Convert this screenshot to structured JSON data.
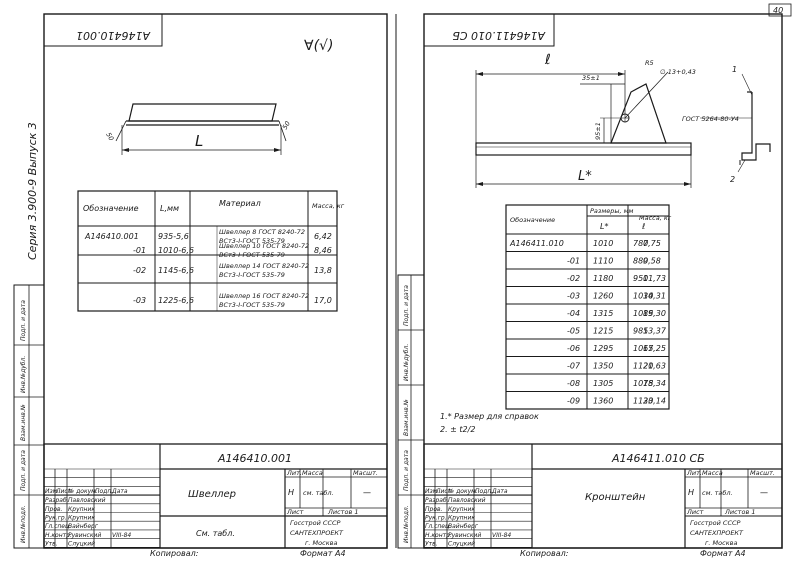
{
  "page_number": "40",
  "left": {
    "title_block_top": "А146410.001",
    "roughness": "∀(√)",
    "series": "Серия 3.900-9 Выпуск 3",
    "dims": {
      "L": "L",
      "angle_left": "50",
      "angle_right": "50"
    },
    "table": {
      "headers": [
        "Обозначение",
        "L,мм",
        "Материал",
        "Масса, кг"
      ],
      "rows": [
        {
          "code": "А146410.001",
          "L": "935-5,6",
          "mat1": "Швеллер 8 ГОСТ 8240-72",
          "mat2": "ВСт3-I-ГОСТ 535-79",
          "mass": "6,42"
        },
        {
          "code": "-01",
          "L": "1010-6,6",
          "mat1": "Швеллер 10 ГОСТ 8240-72",
          "mat2": "ВСт3-I-ГОСТ 535-79",
          "mass": "8,46"
        },
        {
          "code": "-02",
          "L": "1145-6,6",
          "mat1": "Швеллер 14 ГОСТ 8240-72",
          "mat2": "ВСт3-I-ГОСТ 535-79",
          "mass": "13,8"
        },
        {
          "code": "-03",
          "L": "1225-6,6",
          "mat1": "Швеллер 16 ГОСТ 8240-72",
          "mat2": "ВСт3-I-ГОСТ 535-79",
          "mass": "17,0"
        }
      ]
    },
    "side_labels": [
      "Инв.№подл.",
      "Подп. и дата",
      "Взам.инв.№",
      "Инв.№дубл.",
      "Подп. и дата"
    ],
    "stamp": {
      "doc_code": "А146410.001",
      "name": "Швеллер",
      "lit": "Лит.",
      "mass": "Масса",
      "scale": "Масшт.",
      "lit_val": "Н",
      "mass_val": "см. табл.",
      "scale_val": "—",
      "sheet": "Лист",
      "sheets": "Листов 1",
      "material": "См. табл.",
      "org1": "Госстрой СССР",
      "org2": "САНТЕХПРОЕКТ",
      "org3": "г. Москва",
      "roles": [
        "Разраб.",
        "Пров.",
        "Рук.гр.",
        "Гл.спец.",
        "Н.контр.",
        "Утв."
      ],
      "people": [
        "Павловский",
        "Крупник",
        "Крупник",
        "Вайнберг",
        "Рувинский",
        "Слуцкий"
      ],
      "head": [
        "Изм.",
        "Лист",
        "№ докум.",
        "Подп.",
        "Дата"
      ],
      "date": "VIII-84"
    },
    "copied": "Копировал:",
    "format": "Формат А4"
  },
  "right": {
    "title_block_top": "А146411.010 СБ",
    "dims": {
      "l": "ℓ",
      "L_star": "L*",
      "d35": "35±1",
      "d95": "95±1",
      "r": "R5",
      "hole": "∅ 13+0,43"
    },
    "gost_note": "ГОСТ 5264-80-У4",
    "callouts": [
      "1",
      "2"
    ],
    "table": {
      "headers": [
        "Обозначение",
        "Размеры, мм",
        "L*",
        "ℓ",
        "Масса, кг"
      ],
      "rows": [
        {
          "code": "А146411.010",
          "L": "1010",
          "l": "780",
          "mass": "7,75"
        },
        {
          "code": "-01",
          "L": "1110",
          "l": "880",
          "mass": "9,58"
        },
        {
          "code": "-02",
          "L": "1180",
          "l": "950",
          "mass": "11,73"
        },
        {
          "code": "-03",
          "L": "1260",
          "l": "1030",
          "mass": "14,31"
        },
        {
          "code": "-04",
          "L": "1315",
          "l": "1085",
          "mass": "19,30"
        },
        {
          "code": "-05",
          "L": "1215",
          "l": "985",
          "mass": "13,37"
        },
        {
          "code": "-06",
          "L": "1295",
          "l": "1065",
          "mass": "17,25"
        },
        {
          "code": "-07",
          "L": "1350",
          "l": "1120",
          "mass": "21,63"
        },
        {
          "code": "-08",
          "L": "1305",
          "l": "1075",
          "mass": "18,34"
        },
        {
          "code": "-09",
          "L": "1360",
          "l": "1130",
          "mass": "23,14"
        }
      ]
    },
    "notes": [
      "1.* Размер для справок",
      "2. ± t2/2"
    ],
    "stamp": {
      "doc_code": "А146411.010 СБ",
      "name": "Кронштейн",
      "lit": "Лит.",
      "mass": "Масса",
      "scale": "Масшт.",
      "lit_val": "Н",
      "mass_val": "см. табл.",
      "scale_val": "—",
      "sheet": "Лист",
      "sheets": "Листов 1",
      "org1": "Госстрой СССР",
      "org2": "САНТЕХПРОЕКТ",
      "org3": "г. Москва",
      "roles": [
        "Разраб.",
        "Пров.",
        "Рук.гр.",
        "Гл.спец.",
        "Н.контр.",
        "Утв."
      ],
      "people": [
        "Павловский",
        "Крупник",
        "Крупник",
        "Вайнберг",
        "Рувинский",
        "Слуцкий"
      ],
      "head": [
        "Изм.",
        "Лист",
        "№ докум.",
        "Подп.",
        "Дата"
      ],
      "date": "VIII-84"
    },
    "copied": "Копировал:",
    "format": "Формат А4"
  }
}
